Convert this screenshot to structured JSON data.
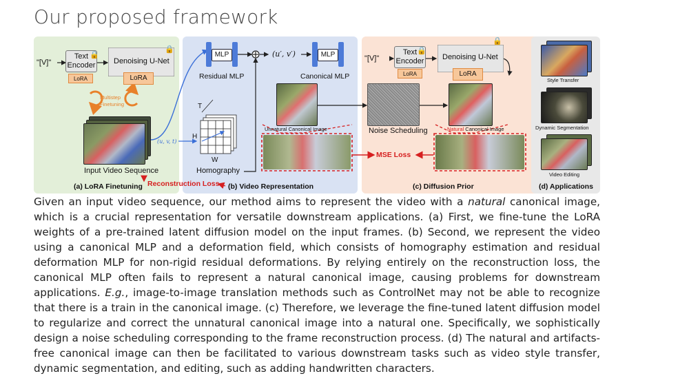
{
  "title": "Our proposed framework",
  "figure": {
    "panel_a": {
      "caption": "(a) LoRA Finetuning",
      "token": "\"[V]\"",
      "text_encoder": "Text Encoder",
      "denoising_unet": "Denoising U-Net",
      "lora_small": "LoRA",
      "lora_large": "LoRA",
      "multistep": "Multistep",
      "finetuning": "Finetuning",
      "input_label": "Input Video Sequence"
    },
    "reconstruction_loss": "Reconstruction Loss",
    "panel_b": {
      "caption": "(b) Video Representation",
      "mlp_left": "MLP",
      "mlp_right": "MLP",
      "residual_mlp": "Residual MLP",
      "canonical_mlp": "Canonical MLP",
      "uv_prime": "(u′, v′)",
      "uvt": "(u, v, t)",
      "axis_t": "T",
      "axis_h": "H",
      "axis_w": "W",
      "homography": "Homography",
      "unnatural": "Unnatural Canonical Image"
    },
    "mse_loss": "MSE Loss",
    "panel_c": {
      "caption": "(c) Diffusion Prior",
      "token": "\"[V]\"",
      "text_encoder": "Text Encoder",
      "denoising_unet": "Denoising U-Net",
      "lora_small": "LoRA",
      "lora_large": "LoRA",
      "noise_scheduling": "Noise Scheduling",
      "natural_word": "Natural",
      "natural_rest": " Canonical Image"
    },
    "panel_d": {
      "caption": "(d) Applications",
      "style_transfer": "Style Transfer",
      "dynamic_segmentation": "Dynamic Segmentation",
      "video_editing": "Video Editing"
    },
    "colors": {
      "panel_a": "#e3efd9",
      "panel_b": "#d9e2f3",
      "panel_c": "#fbe3d5",
      "panel_d": "#e8e8e8",
      "accent_red": "#d62020",
      "arrow_blue": "#3a6fd8",
      "orange": "#e8812a"
    }
  },
  "caption": {
    "s1": "Given an input video sequence, our method aims to represent the video with a ",
    "s1_em": "natural",
    "s2": " canonical image, which is a crucial representation for versatile downstream applications. (a) First, we fine-tune the LoRA weights of a pre-trained latent diffusion model on the input frames. (b) Second, we represent the video using a canonical MLP and a deformation field, which consists of homography estimation and residual deformation MLP for non-rigid residual deformations. By relying entirely on the reconstruction loss, the canonical MLP often fails to represent a natural canonical image, causing problems for downstream applications. ",
    "s2_em": "E.g.",
    "s3": ", image-to-image translation methods such as ControlNet may not be able to recognize that there is a train in the canonical image. (c) Therefore, we leverage the fine-tuned latent diffusion model to regularize and correct the unnatural canonical image into a natural one. Specifically, we sophistically design a noise scheduling corresponding to the frame reconstruction process. (d) The natural and artifacts-free canonical image can then be facilitated to various downstream tasks such as video style transfer, dynamic segmentation, and editing, such as adding handwritten characters."
  }
}
